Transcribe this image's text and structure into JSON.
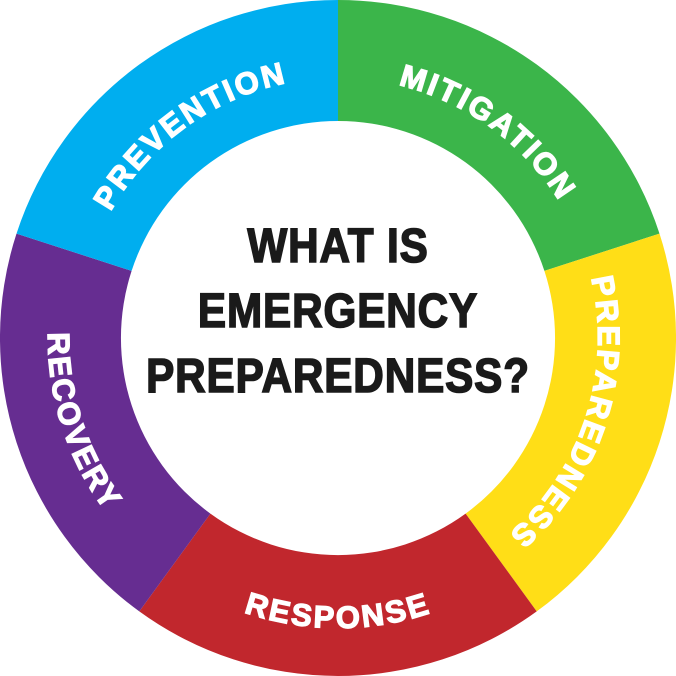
{
  "title": {
    "lines": {
      "0": "WHAT IS",
      "1": "EMERGENCY",
      "2": "PREPAREDNESS?"
    },
    "full_text": "WHAT IS EMERGENCY PREPAREDNESS?"
  },
  "colors": {
    "background": "#FFFFFF",
    "title": "#1A1A1A",
    "label": "#FFFFFF"
  },
  "wheel": {
    "type": "donut-cycle-diagram",
    "segment_count": "5",
    "segment_angle_degrees": "72"
  },
  "segments": [
    {
      "id": "mitigation",
      "label": "MITIGATION",
      "color": "#3BB54A",
      "position": "top-right"
    },
    {
      "id": "preparedness",
      "label": "PREPAREDNESS",
      "color": "#FFDE17",
      "position": "right"
    },
    {
      "id": "response",
      "label": "RESPONSE",
      "color": "#C1272D",
      "position": "bottom"
    },
    {
      "id": "recovery",
      "label": "RECOVERY",
      "color": "#662D91",
      "position": "left"
    },
    {
      "id": "prevention",
      "label": "PREVENTION",
      "color": "#00AEEF",
      "position": "top-left"
    }
  ]
}
